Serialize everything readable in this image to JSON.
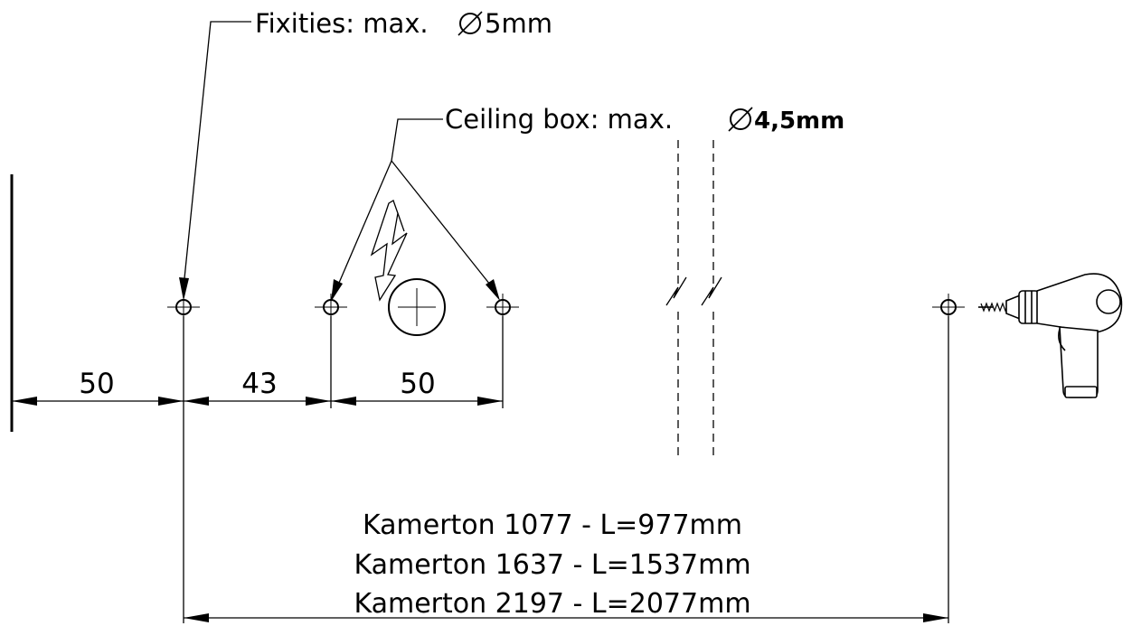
{
  "labels": {
    "fixities": "Fixities: max.",
    "fixities_size": "5mm",
    "ceiling_box": "Ceiling box: max.",
    "ceiling_box_size": "4,5mm"
  },
  "dimensions": {
    "wall_to_first_hole": "50",
    "first_to_second_hole": "43",
    "box_hole_spacing": "50"
  },
  "lengths": [
    "Kamerton 1077 - L=977mm",
    "Kamerton 1637 - L=1537mm",
    "Kamerton 2197 - L=2077mm"
  ],
  "icons": {
    "diameter": "diameter-symbol-icon",
    "voltage": "lightning-bolt-icon",
    "tool": "drill-icon"
  }
}
